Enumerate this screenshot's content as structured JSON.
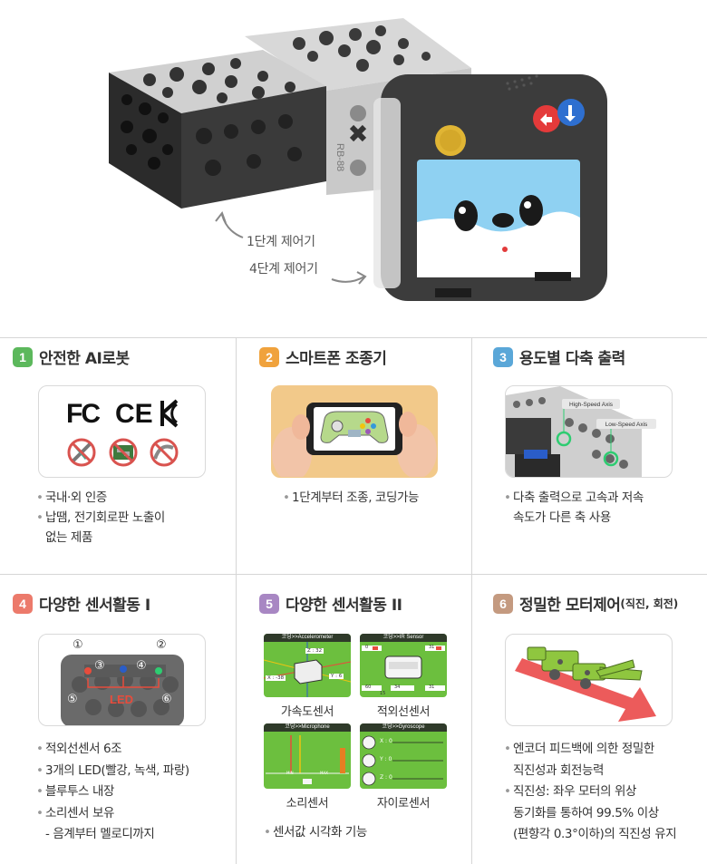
{
  "hero": {
    "caption_1": "1단계 제어기",
    "caption_2": "4단계 제어기",
    "controller_label": "RB-88"
  },
  "colors": {
    "s1": "#5cb85c",
    "s2": "#f0a23c",
    "s3": "#5aa7d8",
    "s4": "#ec7a6b",
    "s5": "#a887c3",
    "s6": "#c49a80"
  },
  "sections": {
    "s1": {
      "num": "1",
      "title": "안전한 AI로봇",
      "cert_fc": "FC",
      "cert_ce": "CE",
      "bullets": [
        "국내·외 인증",
        "납땜, 전기회로판 노출이",
        "없는 제품"
      ]
    },
    "s2": {
      "num": "2",
      "title": "스마트폰 조종기",
      "bullets": [
        "1단계부터 조종, 코딩가능"
      ]
    },
    "s3": {
      "num": "3",
      "title": "용도별 다축 출력",
      "high_axis": "High-Speed Axis",
      "low_axis": "Low-Speed Axis",
      "bullets": [
        "다축 출력으로 고속과 저속",
        "속도가  다른 축 사용"
      ]
    },
    "s4": {
      "num": "4",
      "title": "다양한 센서활동 I",
      "markers": [
        "①",
        "②",
        "③",
        "④",
        "⑤",
        "⑥"
      ],
      "led": "LED",
      "bullets": [
        "적외선센서 6조",
        "3개의 LED(빨강, 녹색, 파랑)",
        "블루투스 내장",
        "소리센서 보유",
        "- 음계부터 멜로디까지"
      ]
    },
    "s5": {
      "num": "5",
      "title": "다양한 센서활동 II",
      "screens": {
        "acc": {
          "header": "코딩>>Accelerometer",
          "z": "Z : 32",
          "x": "X : -38",
          "y": "Y : 6"
        },
        "ir": {
          "header": "코딩>>IR Sensor",
          "v1": "0",
          "v2": "31",
          "v3": "60",
          "v4": "34",
          "v5": "15",
          "v6": "31"
        },
        "mic": {
          "header": "코딩>>Microphone",
          "min": "MIN",
          "max": "MAX"
        },
        "gyro": {
          "header": "코딩>>Gyroscope",
          "x": "X : 0",
          "y": "Y : 0",
          "z": "Z : 0"
        }
      },
      "labels": [
        "가속도센서",
        "적외선센서",
        "소리센서",
        "자이로센서"
      ],
      "bullets": [
        "센서값 시각화 기능"
      ]
    },
    "s6": {
      "num": "6",
      "title": "정밀한 모터제어",
      "title_small": "(직진, 회전)",
      "bullets": [
        "엔코더 피드백에 의한 정밀한",
        "직진성과 회전능력",
        "직진성: 좌우 모터의 위상",
        "동기화를 통하여 99.5% 이상",
        "(편향각 0.3°이하)의 직진성 유지"
      ]
    }
  }
}
